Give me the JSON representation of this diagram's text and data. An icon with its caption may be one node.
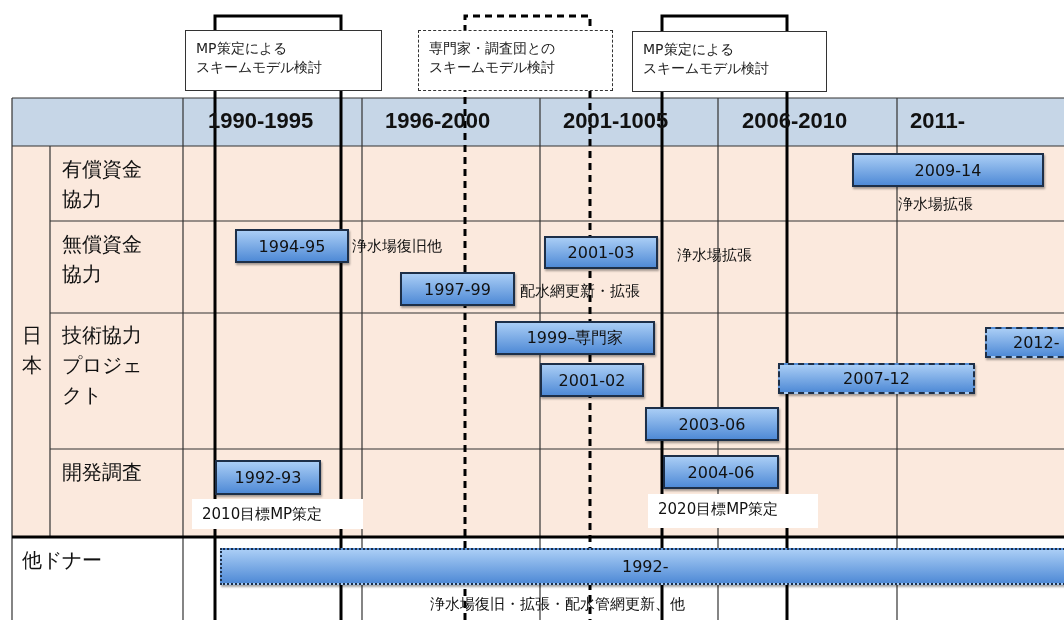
{
  "diagram": {
    "nodes": [
      {
        "text": [
          "MP策定によるスキームモデル検討"
        ]
      },
      {
        "text": [
          "専門家・調査団とのスキームモデル検討"
        ]
      },
      {
        "text": [
          "MP策定によるスキームモデル検討"
        ]
      },
      {
        "text": [
          "2009-14"
        ],
        "beside": [
          "浄水場拡張"
        ]
      },
      {
        "text": [
          "1994-95"
        ],
        "beside": [
          "浄水場復旧他"
        ]
      },
      {
        "text": [
          "2001-03"
        ],
        "beside": [
          "浄水場拡張"
        ]
      },
      {
        "text": [
          "1997-99"
        ],
        "beside": [
          "配水網更新・拡張"
        ]
      },
      {
        "text": [
          "1999–専門家"
        ]
      },
      {
        "text": [
          "2012-"
        ]
      },
      {
        "text": [
          "2001-02"
        ]
      },
      {
        "text": [
          "2007-12"
        ]
      },
      {
        "text": [
          "2003-06"
        ]
      },
      {
        "text": [
          "1992-93"
        ],
        "beside": [
          "2010目標MP策定"
        ]
      },
      {
        "text": [
          "2004-06"
        ],
        "beside": [
          "2020目標MP策定"
        ]
      },
      {
        "text": [
          "1992-"
        ],
        "beside": [
          "浄水場復旧・拡張・配水管網更新、他"
        ]
      }
    ],
    "labels": [
      "1990-1995",
      "1996-2000",
      "2001-1005",
      "2006-2010",
      "2011-",
      "日本",
      "有償資金協力",
      "無償資金協力",
      "技術協力プロジェクト",
      "開発調査",
      "他ドナー"
    ]
  }
}
